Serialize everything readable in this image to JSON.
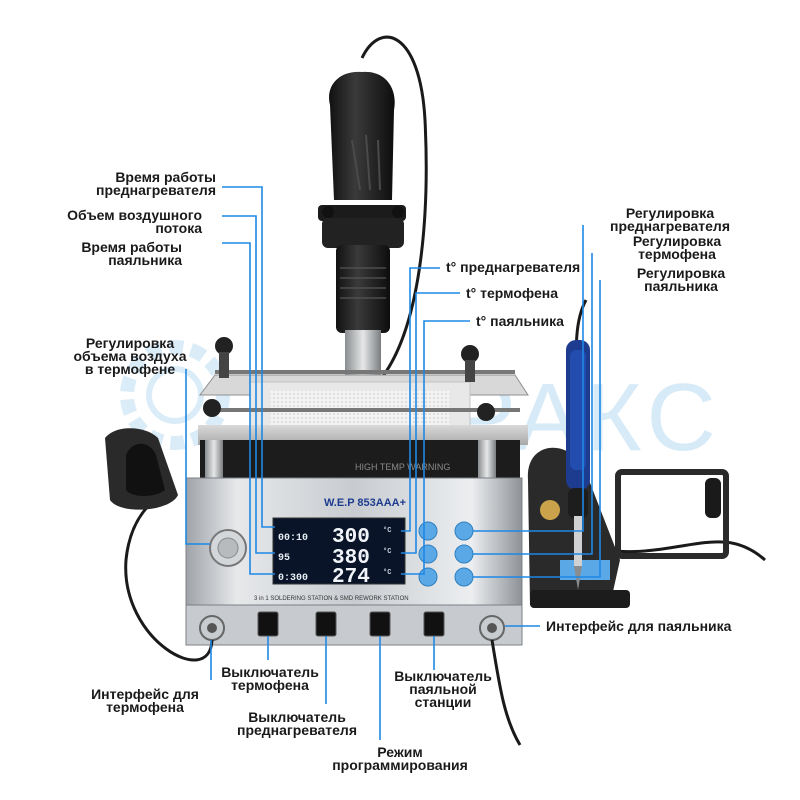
{
  "brand": {
    "model_plate": "W.E.P 853AAA+",
    "tagline": "3 in 1  SOLDERING STATION & SMD REWORK STATION",
    "warning": "HIGH TEMP WARNING",
    "watermark": "УПЕРАКС"
  },
  "display": {
    "rows": [
      {
        "small": "00:10",
        "big": "300",
        "unit": "°C"
      },
      {
        "small": "95",
        "big": "380",
        "unit": "°C"
      },
      {
        "small": "0:300",
        "big": "274",
        "unit": "°C"
      }
    ]
  },
  "callouts": {
    "preheater_time": [
      "Время работы",
      "преднагревателя"
    ],
    "airflow": [
      "Объем воздушного",
      "потока"
    ],
    "iron_time": [
      "Время работы",
      "паяльника"
    ],
    "airflow_adjust": [
      "Регулировка",
      "объема воздуха",
      "в термофене"
    ],
    "t_preheater": [
      "t° преднагревателя"
    ],
    "t_hotair": [
      "t° термофена"
    ],
    "t_iron": [
      "t° паяльника"
    ],
    "adj_preheater": [
      "Регулировка",
      "преднагревателя"
    ],
    "adj_hotair": [
      "Регулировка",
      "термофена"
    ],
    "adj_iron": [
      "Регулировка",
      "паяльника"
    ],
    "iron_port": [
      "Интерфейс для паяльника"
    ],
    "hotair_port": [
      "Интерфейс для",
      "термофена"
    ],
    "hotair_switch": [
      "Выключатель",
      "термофена"
    ],
    "preheater_switch": [
      "Выключатель",
      "преднагревателя"
    ],
    "station_switch": [
      "Выключатель",
      "паяльной",
      "станции"
    ],
    "program_mode": [
      "Режим",
      "программирования"
    ]
  },
  "colors": {
    "leader": "#1e88e5",
    "accent_button": "#5aa9e6",
    "display_bg": "#0a1428",
    "watermark": "#cfe8f8"
  }
}
